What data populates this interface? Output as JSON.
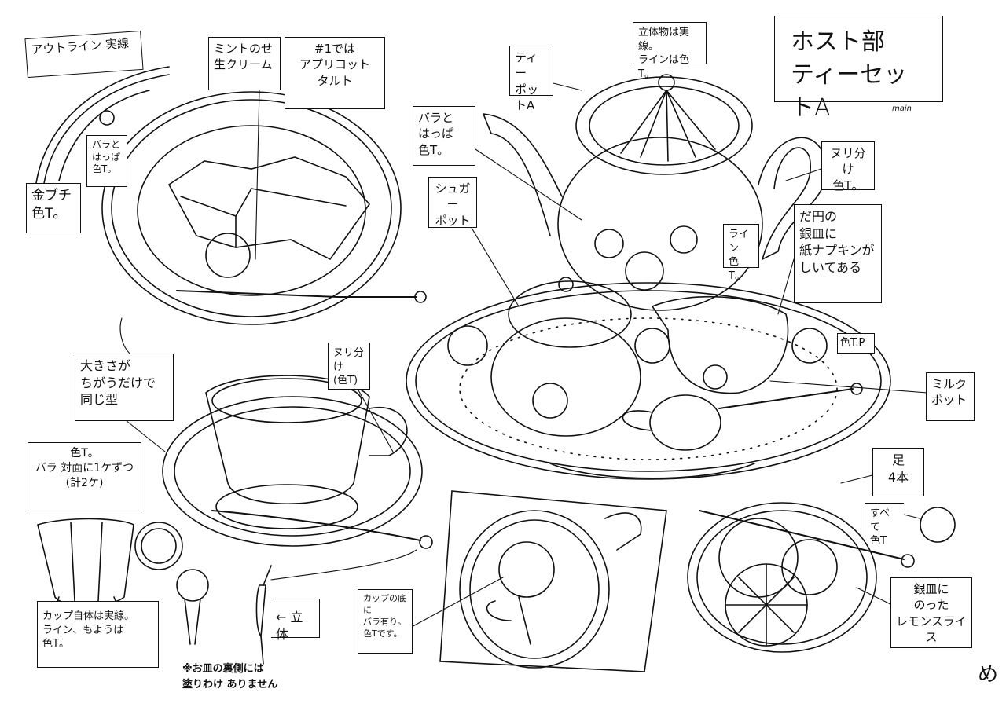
{
  "sheet": {
    "title": "ホスト部\nティーセットA",
    "title_tag": "main",
    "signature": "め",
    "footnote": "※お皿の裏側には\n塗りわけ ありません"
  },
  "notes": {
    "outline": "アウトライン 実線",
    "mint_cream": "ミントのせ\n生クリーム",
    "apricot_tart": "#1では\nアプリコット\nタルト",
    "plate_rose": "バラと\nはっぱ\n色T。",
    "gold_rim": "金ブチ\n色T。",
    "pot_rose": "バラと\nはっぱ\n色T。",
    "sugar_pot": "シュガー\nポット",
    "teapot_a": "ティー\nポットA",
    "solid_lines": "立体物は実線。\nラインは色T。",
    "handle_fill": "ヌリ分け\n色T。",
    "line_color": "ライン\n色T。",
    "tray_napkin": "だ円の\n銀皿に\n紙ナプキンが\nしいてある",
    "color_tp": "色T.P",
    "milk_pot": "ミルク\nポット",
    "same_shape": "大きさが\nちがうだけで\n同じ型",
    "cup_fill": "ヌリ分け\n(色T)",
    "cup_rose": "色T。\nバラ 対面に1ケずつ\n(計2ケ)",
    "cup_lines": "カップ自体は実線。\nライン、もようは\n色T。",
    "solid": "← 立体",
    "cup_bottom": "カップの底に\nバラ有り。\n色Tです。",
    "legs": "足\n4本",
    "all_color": "すべて\n色T",
    "lemon": "銀皿に\nのった\nレモンスライス"
  },
  "colors": {
    "ink": "#111111",
    "paper": "#ffffff"
  }
}
